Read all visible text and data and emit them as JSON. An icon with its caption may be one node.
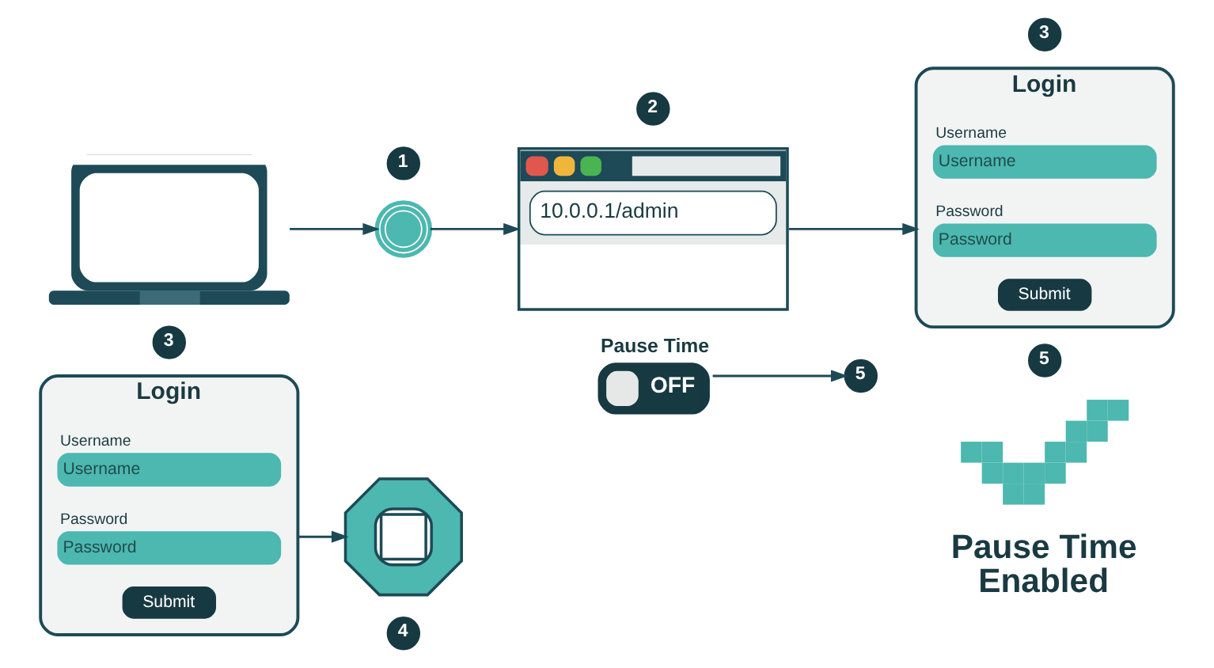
{
  "diagram": {
    "nodes": [
      {
        "text": [],
        "shape": "picture"
      },
      {
        "text": [],
        "shape": "picture"
      },
      {
        "text": [
          "1"
        ]
      },
      {
        "text": [
          "10.0.0.1/admin"
        ]
      },
      {
        "text": [
          "2"
        ]
      },
      {
        "text": [
          "Login"
        ]
      },
      {
        "text": [
          "Username",
          "Username"
        ],
        "in": 5
      },
      {
        "text": [
          "Password",
          "Password"
        ],
        "in": 5
      },
      {
        "text": [
          "Submit"
        ],
        "in": 5
      },
      {
        "text": [
          "3"
        ]
      },
      {
        "text": [
          "5"
        ]
      },
      {
        "text": [
          "Login"
        ]
      },
      {
        "text": [
          "Username",
          "Username"
        ],
        "in": 11
      },
      {
        "text": [
          "Password",
          "Password"
        ],
        "in": 11
      },
      {
        "text": [
          "Submit"
        ],
        "in": 11
      },
      {
        "text": [
          "3"
        ]
      },
      {
        "text": [],
        "shape": "picture"
      },
      {
        "text": [
          "4"
        ]
      },
      {
        "text": [
          "Pause Time",
          "OFF"
        ]
      },
      {
        "text": [
          "5"
        ]
      },
      {
        "text": [],
        "shape": "picture",
        "beside": [
          "Pause Time Enabled"
        ]
      }
    ],
    "edges": [
      {
        "from": 0,
        "to": 1,
        "arrow": "to"
      },
      {
        "from": 1,
        "to": 3,
        "arrow": "to"
      },
      {
        "from": 3,
        "to": 5,
        "arrow": "to"
      },
      {
        "from": 11,
        "to": 16,
        "arrow": "to"
      },
      {
        "from": 18,
        "to": 19,
        "arrow": "to"
      }
    ]
  }
}
